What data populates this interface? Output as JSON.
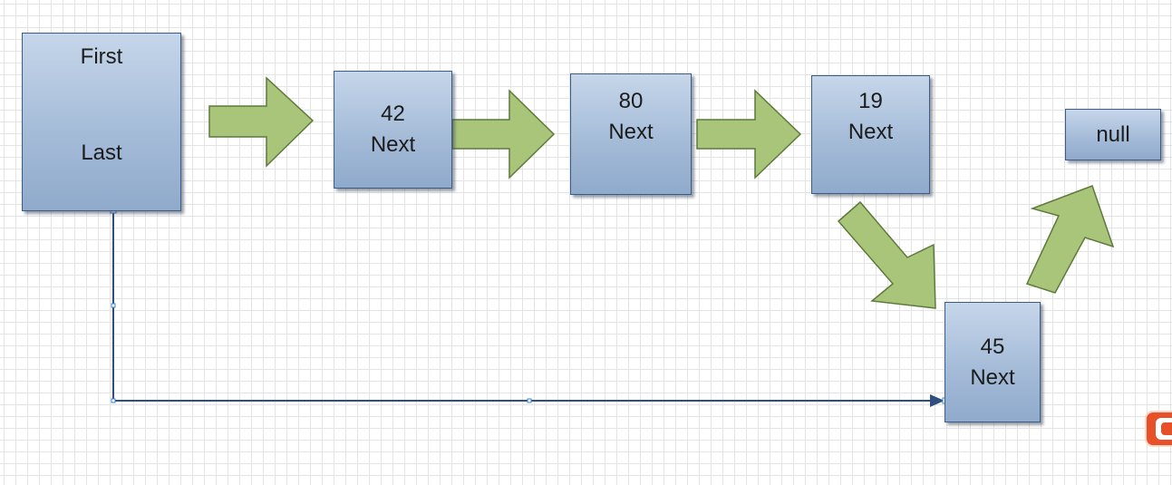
{
  "head": {
    "first_label": "First",
    "last_label": "Last"
  },
  "nodes": [
    {
      "value": "42",
      "pointer": "Next"
    },
    {
      "value": "80",
      "pointer": "Next"
    },
    {
      "value": "19",
      "pointer": "Next"
    },
    {
      "value": "45",
      "pointer": "Next"
    }
  ],
  "terminal": "null",
  "colors": {
    "node_fill_top": "#c6d6ea",
    "node_fill_bottom": "#90aacc",
    "node_border": "#3b5c86",
    "arrow_fill": "#a9c57a",
    "arrow_stroke": "#5d7a3c",
    "connector": "#2f4f7f",
    "grid": "#e4e4e4"
  },
  "icons": {
    "corner_logo": "app-logo-icon"
  }
}
